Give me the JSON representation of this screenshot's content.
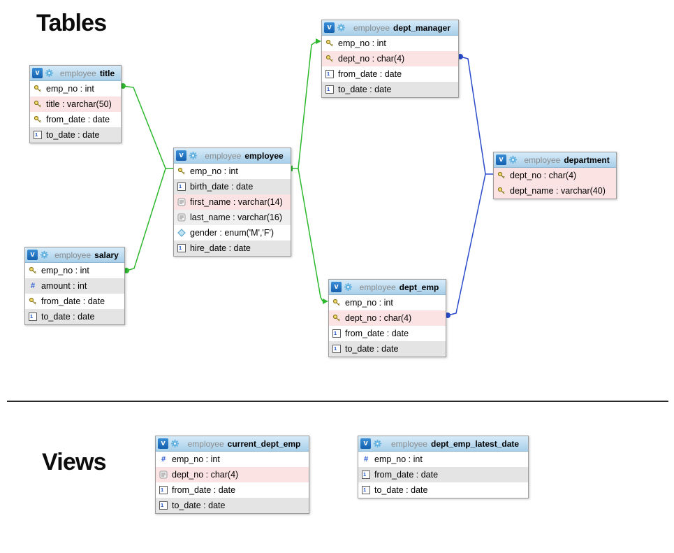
{
  "section_tables_label": "Tables",
  "section_views_label": "Views",
  "header_badge_letter": "v",
  "colors": {
    "relation_green": "#2eb82e",
    "relation_blue": "#2b4bcb",
    "row_white": "#ffffff",
    "row_grey": "#e4e4e4",
    "row_lightgrey": "#efefef",
    "row_pink": "#fce3e3"
  },
  "entities": [
    {
      "id": "title",
      "kind": "table",
      "schema": "employee",
      "name": "title",
      "columns": [
        {
          "icon": "primary-key",
          "label": "emp_no : int",
          "bg": "row_white"
        },
        {
          "icon": "primary-key",
          "label": "title : varchar(50)",
          "bg": "row_pink"
        },
        {
          "icon": "primary-key",
          "label": "from_date : date",
          "bg": "row_white"
        },
        {
          "icon": "date",
          "label": "to_date : date",
          "bg": "row_grey"
        }
      ]
    },
    {
      "id": "salary",
      "kind": "table",
      "schema": "employee",
      "name": "salary",
      "columns": [
        {
          "icon": "primary-key",
          "label": "emp_no : int",
          "bg": "row_white"
        },
        {
          "icon": "numeric",
          "label": "amount : int",
          "bg": "row_grey"
        },
        {
          "icon": "primary-key",
          "label": "from_date : date",
          "bg": "row_white"
        },
        {
          "icon": "date",
          "label": "to_date : date",
          "bg": "row_grey"
        }
      ]
    },
    {
      "id": "employee",
      "kind": "table",
      "schema": "employee",
      "name": "employee",
      "columns": [
        {
          "icon": "primary-key",
          "label": "emp_no : int",
          "bg": "row_white"
        },
        {
          "icon": "date",
          "label": "birth_date : date",
          "bg": "row_grey"
        },
        {
          "icon": "text",
          "label": "first_name : varchar(14)",
          "bg": "row_pink"
        },
        {
          "icon": "text",
          "label": "last_name : varchar(16)",
          "bg": "row_lightgrey"
        },
        {
          "icon": "enum",
          "label": "gender : enum('M','F')",
          "bg": "row_white"
        },
        {
          "icon": "date",
          "label": "hire_date : date",
          "bg": "row_grey"
        }
      ]
    },
    {
      "id": "dept_manager",
      "kind": "table",
      "schema": "employee",
      "name": "dept_manager",
      "columns": [
        {
          "icon": "primary-key",
          "label": "emp_no : int",
          "bg": "row_white"
        },
        {
          "icon": "primary-key",
          "label": "dept_no : char(4)",
          "bg": "row_pink"
        },
        {
          "icon": "date",
          "label": "from_date : date",
          "bg": "row_white"
        },
        {
          "icon": "date",
          "label": "to_date : date",
          "bg": "row_grey"
        }
      ]
    },
    {
      "id": "dept_emp",
      "kind": "table",
      "schema": "employee",
      "name": "dept_emp",
      "columns": [
        {
          "icon": "primary-key",
          "label": "emp_no : int",
          "bg": "row_white"
        },
        {
          "icon": "primary-key",
          "label": "dept_no : char(4)",
          "bg": "row_pink"
        },
        {
          "icon": "date",
          "label": "from_date : date",
          "bg": "row_white"
        },
        {
          "icon": "date",
          "label": "to_date : date",
          "bg": "row_grey"
        }
      ]
    },
    {
      "id": "department",
      "kind": "table",
      "schema": "employee",
      "name": "department",
      "columns": [
        {
          "icon": "primary-key",
          "label": "dept_no : char(4)",
          "bg": "row_pink"
        },
        {
          "icon": "primary-key",
          "label": "dept_name : varchar(40)",
          "bg": "row_pink"
        }
      ]
    },
    {
      "id": "current_dept_emp",
      "kind": "view",
      "schema": "employee",
      "name": "current_dept_emp",
      "columns": [
        {
          "icon": "numeric",
          "label": "emp_no : int",
          "bg": "row_white"
        },
        {
          "icon": "text",
          "label": "dept_no : char(4)",
          "bg": "row_pink"
        },
        {
          "icon": "date",
          "label": "from_date : date",
          "bg": "row_white"
        },
        {
          "icon": "date",
          "label": "to_date : date",
          "bg": "row_grey"
        }
      ]
    },
    {
      "id": "dept_emp_latest_date",
      "kind": "view",
      "schema": "employee",
      "name": "dept_emp_latest_date",
      "columns": [
        {
          "icon": "numeric",
          "label": "emp_no : int",
          "bg": "row_white"
        },
        {
          "icon": "date",
          "label": "from_date : date",
          "bg": "row_grey"
        },
        {
          "icon": "date",
          "label": "to_date : date",
          "bg": "row_white"
        }
      ]
    }
  ],
  "relations": [
    {
      "from": "title.emp_no",
      "to": "employee.emp_no",
      "color": "green"
    },
    {
      "from": "salary.emp_no",
      "to": "employee.emp_no",
      "color": "green"
    },
    {
      "from": "employee.emp_no",
      "to": "dept_manager.emp_no",
      "color": "green"
    },
    {
      "from": "employee.emp_no",
      "to": "dept_emp.emp_no",
      "color": "green"
    },
    {
      "from": "dept_manager.dept_no",
      "to": "department.dept_no",
      "color": "blue"
    },
    {
      "from": "dept_emp.dept_no",
      "to": "department.dept_no",
      "color": "blue"
    }
  ]
}
